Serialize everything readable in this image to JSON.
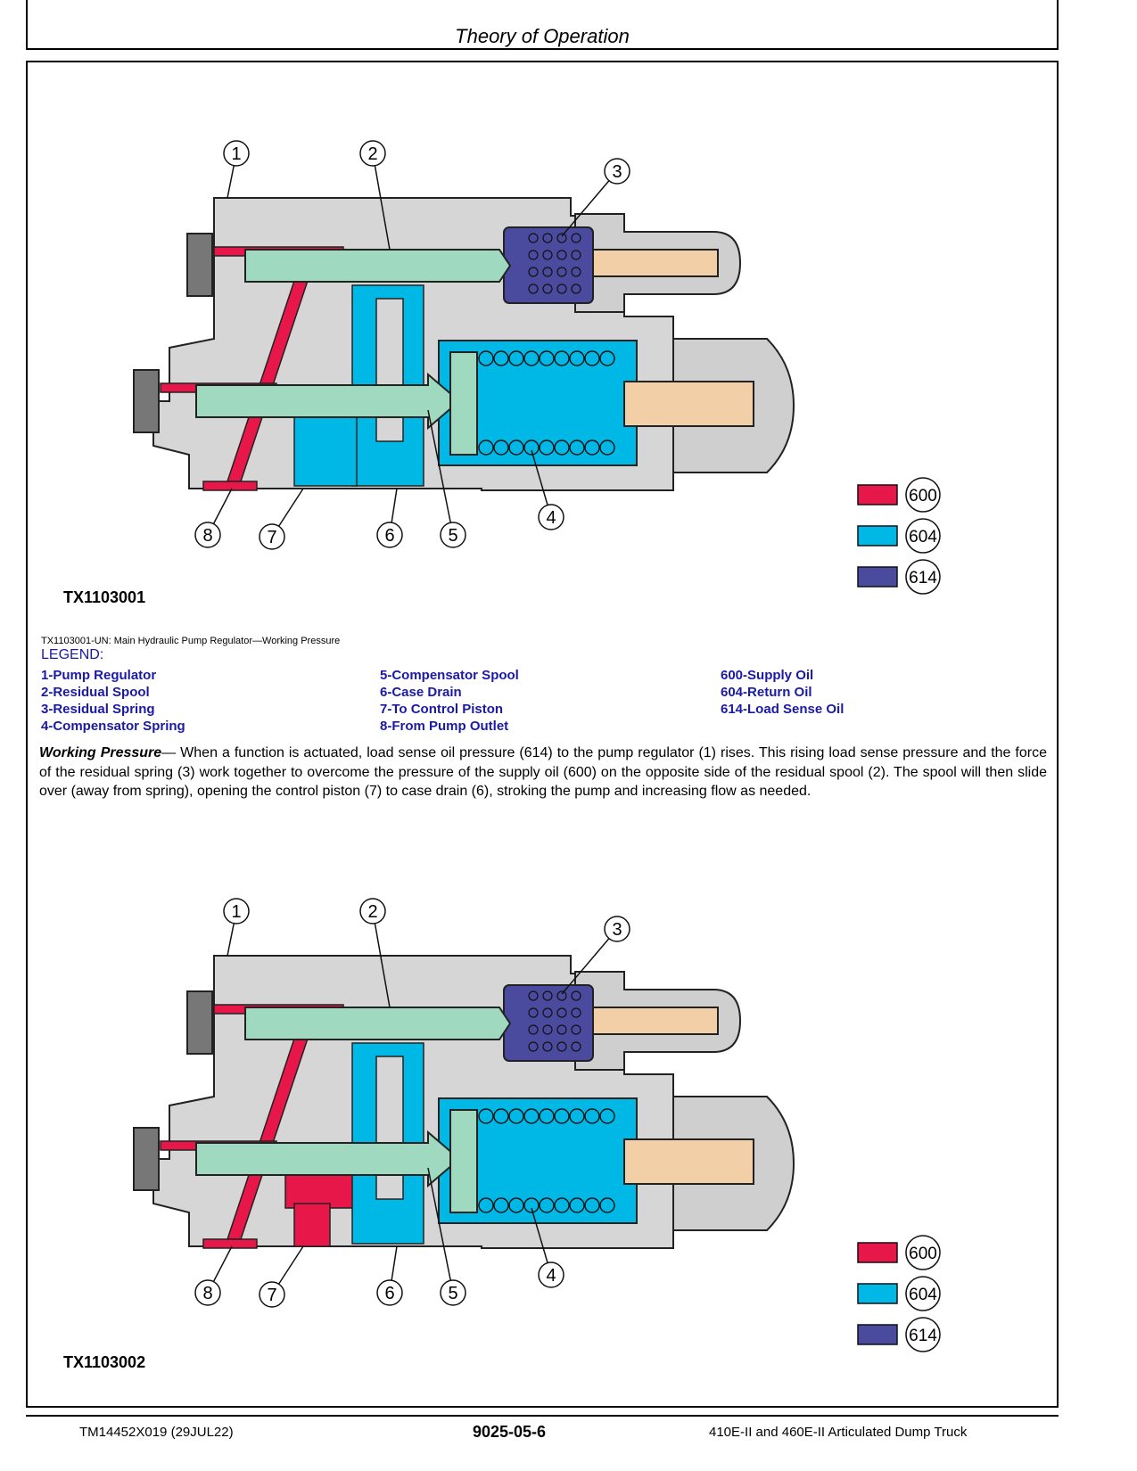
{
  "header": {
    "title": "Theory of Operation"
  },
  "colors": {
    "supply": "#e8174a",
    "return": "#00b8e6",
    "load_sense": "#4a4a9e",
    "spool": "#9fd9c0",
    "body": "#d6d6d6",
    "rod": "#f2cfa6"
  },
  "figures": [
    {
      "id": "TX1103001",
      "callouts": [
        "1",
        "2",
        "3",
        "4",
        "5",
        "6",
        "7",
        "8"
      ],
      "legend": [
        {
          "code": "600",
          "color": "supply"
        },
        {
          "code": "604",
          "color": "return"
        },
        {
          "code": "614",
          "color": "load_sense"
        }
      ]
    },
    {
      "id": "TX1103002",
      "callouts": [
        "1",
        "2",
        "3",
        "4",
        "5",
        "6",
        "7",
        "8"
      ],
      "legend": [
        {
          "code": "600",
          "color": "supply"
        },
        {
          "code": "604",
          "color": "return"
        },
        {
          "code": "614",
          "color": "load_sense"
        }
      ]
    }
  ],
  "caption": "TX1103001-UN: Main Hydraulic Pump Regulator—Working Pressure",
  "legend": {
    "title": "LEGEND:",
    "col1": [
      "1-Pump Regulator",
      "2-Residual Spool",
      "3-Residual Spring",
      "4-Compensator Spring"
    ],
    "col2": [
      "5-Compensator Spool",
      "6-Case Drain",
      "7-To Control Piston",
      "8-From Pump Outlet"
    ],
    "col3": [
      "600-Supply Oil",
      "604-Return Oil",
      "614-Load Sense Oil"
    ]
  },
  "paragraph": {
    "lead": "Working Pressure",
    "text": "— When a function is actuated, load sense oil pressure (614) to the pump regulator (1) rises. This rising load sense pressure and the force of the residual spring (3) work together to overcome the pressure of the supply oil (600) on the opposite side of the residual spool (2). The spool will then slide over (away from spring), opening the control piston (7) to case drain (6), stroking the pump and increasing flow as needed."
  },
  "footer": {
    "left": "TM14452X019 (29JUL22)",
    "center": "9025-05-6",
    "right": "410E-II and 460E-II Articulated Dump Truck"
  }
}
